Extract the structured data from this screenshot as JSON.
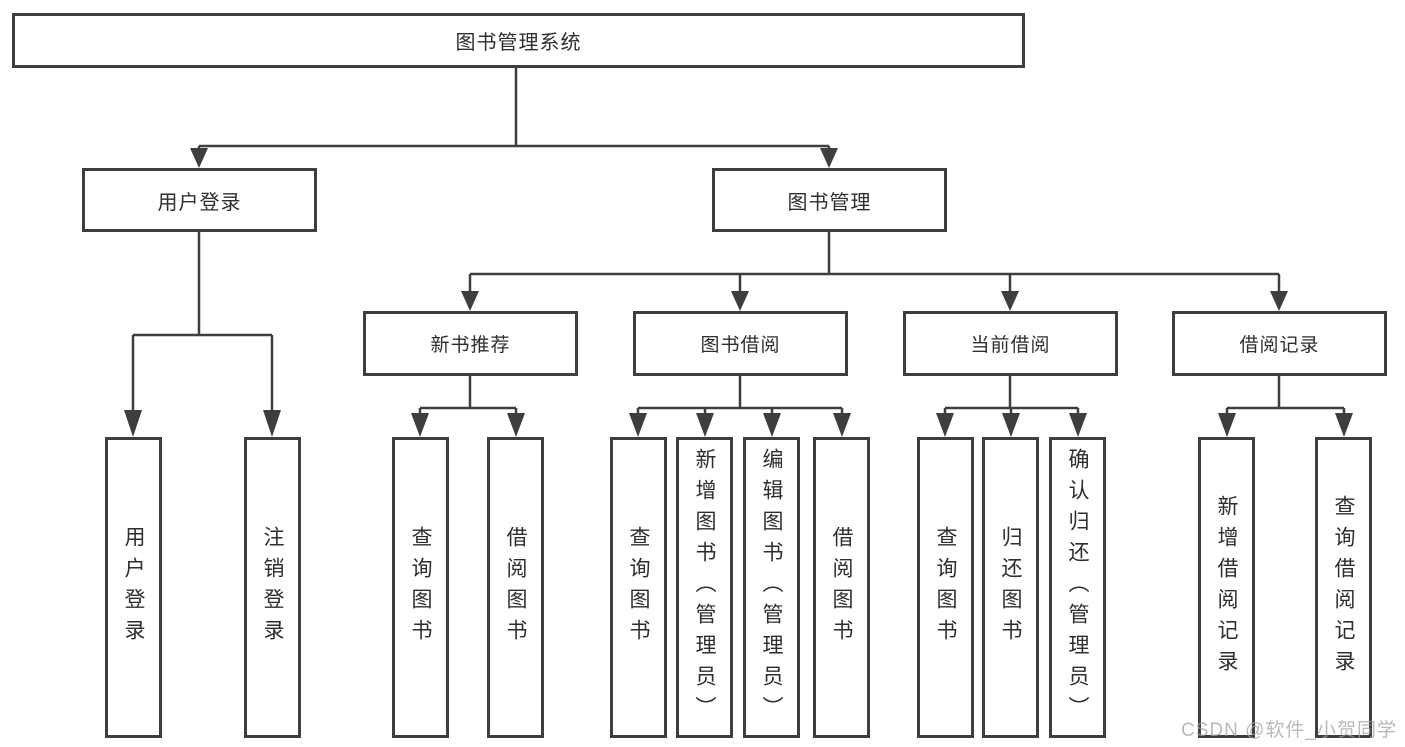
{
  "diagram": {
    "root": {
      "label": "图书管理系统"
    },
    "level2": [
      {
        "label": "用户登录"
      },
      {
        "label": "图书管理"
      }
    ],
    "level3": [
      {
        "label": "新书推荐"
      },
      {
        "label": "图书借阅"
      },
      {
        "label": "当前借阅"
      },
      {
        "label": "借阅记录"
      }
    ],
    "leaves": {
      "user_login": [
        "用户登录",
        "注销登录"
      ],
      "new_books": [
        "查询图书",
        "借阅图书"
      ],
      "book_borrow": [
        "查询图书",
        "新增图书（管理员）",
        "编辑图书（管理员）",
        "借阅图书"
      ],
      "current_borrow": [
        "查询图书",
        "归还图书",
        "确认归还（管理员）"
      ],
      "borrow_records": [
        "新增借阅记录",
        "查询借阅记录"
      ]
    }
  },
  "watermark": "CSDN @软件_小贺同学",
  "colors": {
    "line": "#3e3e3e",
    "box_border": "#3e3e3e",
    "text": "#2e2e2e",
    "watermark_text": "#9f9f9f",
    "background": "#ffffff"
  }
}
